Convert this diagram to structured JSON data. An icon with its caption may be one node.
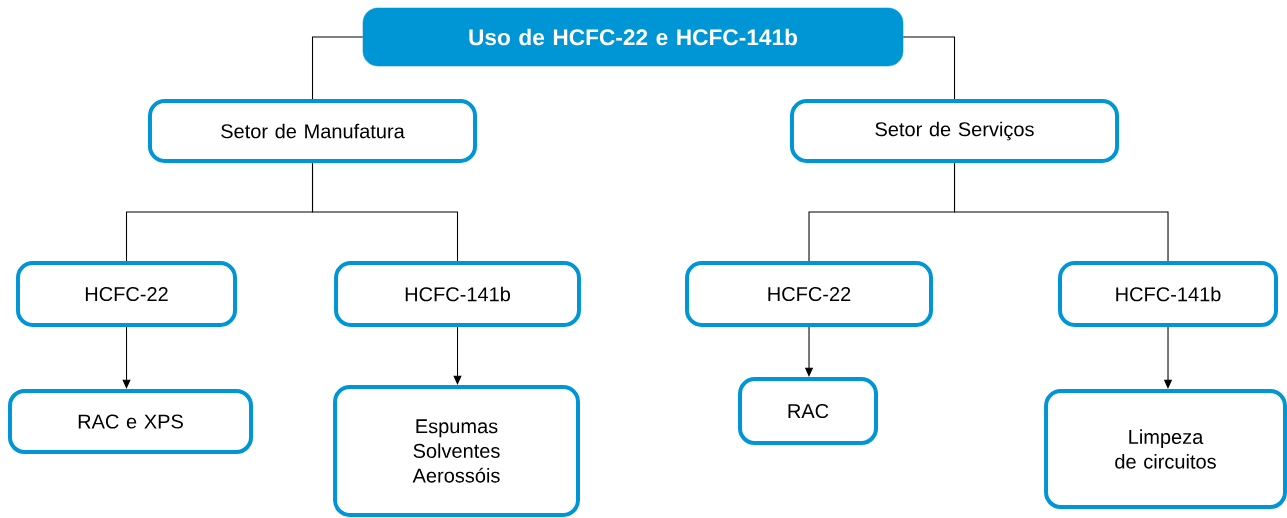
{
  "diagram": {
    "nodes": [
      {
        "text": [
          "Uso de HCFC-22 e HCFC-141b"
        ]
      },
      {
        "text": [
          "Setor de Manufatura"
        ]
      },
      {
        "text": [
          "Setor de Serviços"
        ]
      },
      {
        "text": [
          "HCFC-22"
        ]
      },
      {
        "text": [
          "HCFC-141b"
        ]
      },
      {
        "text": [
          "HCFC-22"
        ]
      },
      {
        "text": [
          "HCFC-141b"
        ]
      },
      {
        "text": [
          "RAC e XPS"
        ]
      },
      {
        "text": [
          "Espumas Solventes Aerossóis"
        ]
      },
      {
        "text": [
          "RAC"
        ]
      },
      {
        "text": [
          "Limpeza de circuitos"
        ]
      }
    ],
    "edges": [
      {
        "from": 0,
        "to": 1,
        "arrow": "none"
      },
      {
        "from": 0,
        "to": 2,
        "arrow": "none"
      },
      {
        "from": 1,
        "to": 3,
        "arrow": "none"
      },
      {
        "from": 1,
        "to": 4,
        "arrow": "none"
      },
      {
        "from": 2,
        "to": 5,
        "arrow": "none"
      },
      {
        "from": 2,
        "to": 6,
        "arrow": "none"
      },
      {
        "from": 3,
        "to": 7,
        "arrow": "to"
      },
      {
        "from": 4,
        "to": 8,
        "arrow": "to"
      },
      {
        "from": 5,
        "to": 9,
        "arrow": "to"
      },
      {
        "from": 6,
        "to": 10,
        "arrow": "to"
      }
    ]
  }
}
